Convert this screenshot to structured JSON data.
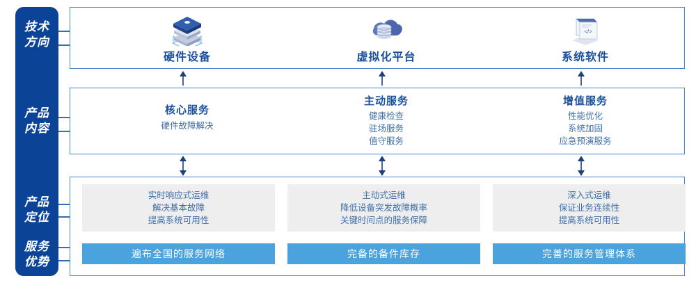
{
  "rail": {
    "items": [
      {
        "name": "technical-direction",
        "lines": [
          "技术",
          "方向"
        ]
      },
      {
        "name": "product-content",
        "lines": [
          "产品",
          "内容"
        ]
      },
      {
        "name": "product-positioning",
        "lines": [
          "产品",
          "定位"
        ]
      },
      {
        "name": "service-advantage",
        "lines": [
          "服务",
          "优势"
        ]
      }
    ]
  },
  "technical_direction": {
    "columns": [
      {
        "icon": "server-stack-icon",
        "title": "硬件设备"
      },
      {
        "icon": "cloud-database-icon",
        "title": "虚拟化平台"
      },
      {
        "icon": "laptop-code-icon",
        "title": "系统软件"
      }
    ]
  },
  "product_content": {
    "columns": [
      {
        "title": "核心服务",
        "items": [
          "硬件故障解决"
        ]
      },
      {
        "title": "主动服务",
        "items": [
          "健康检查",
          "驻场服务",
          "值守服务"
        ]
      },
      {
        "title": "增值服务",
        "items": [
          "性能优化",
          "系统加固",
          "应急预演服务"
        ]
      }
    ]
  },
  "product_positioning": {
    "cards": [
      {
        "lines": [
          "实时响应式运维",
          "解决基本故障",
          "提高系统可用性"
        ]
      },
      {
        "lines": [
          "主动式运维",
          "降低设备突发故障概率",
          "关键时间点的服务保障"
        ]
      },
      {
        "lines": [
          "深入式运维",
          "保证业务连续性",
          "提高系统可用性"
        ]
      }
    ]
  },
  "service_advantage": {
    "bars": [
      {
        "label": "遍布全国的服务网络"
      },
      {
        "label": "完备的备件库存"
      },
      {
        "label": "完善的服务管理体系"
      }
    ]
  },
  "colors": {
    "rail_blue": "#0b4396",
    "border_blue": "#4a86c8",
    "title_blue": "#1a4f9c",
    "body_blue": "#3f6fa8",
    "bar_blue": "#4ba3dd",
    "card_gray": "#eeeeee",
    "arrow_navy": "#1f3f7a"
  }
}
